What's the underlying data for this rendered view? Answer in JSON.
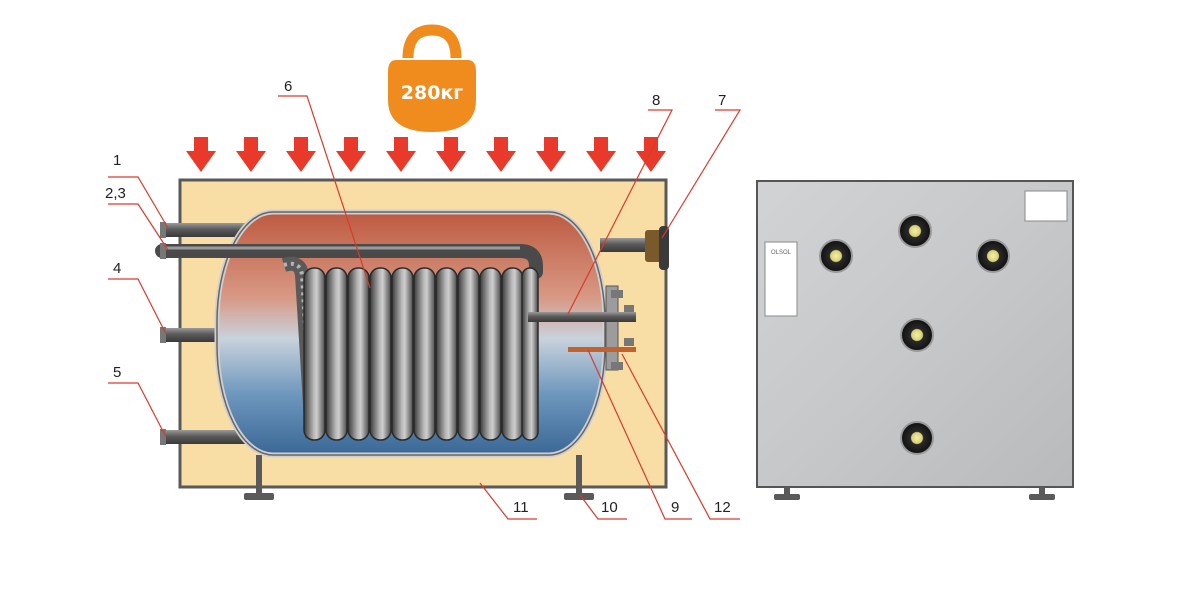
{
  "weight": {
    "label": "280кг",
    "color": "#f08c1e"
  },
  "colors": {
    "arrow": "#e8392a",
    "insulation": "#f8dea4",
    "frame": "#555555",
    "tank_hot": "#c8624a",
    "tank_cold": "#3f6d9c",
    "coil": "#888888",
    "leader": "#d93a2c",
    "front_panel": "#c9cbcd"
  },
  "callouts": {
    "c1": "1",
    "c23": "2,3",
    "c4": "4",
    "c5": "5",
    "c6": "6",
    "c7": "7",
    "c8": "8",
    "c9": "9",
    "c10": "10",
    "c11": "11",
    "c12": "12"
  },
  "front_view": {
    "nameplate_text": "OLSOL"
  }
}
